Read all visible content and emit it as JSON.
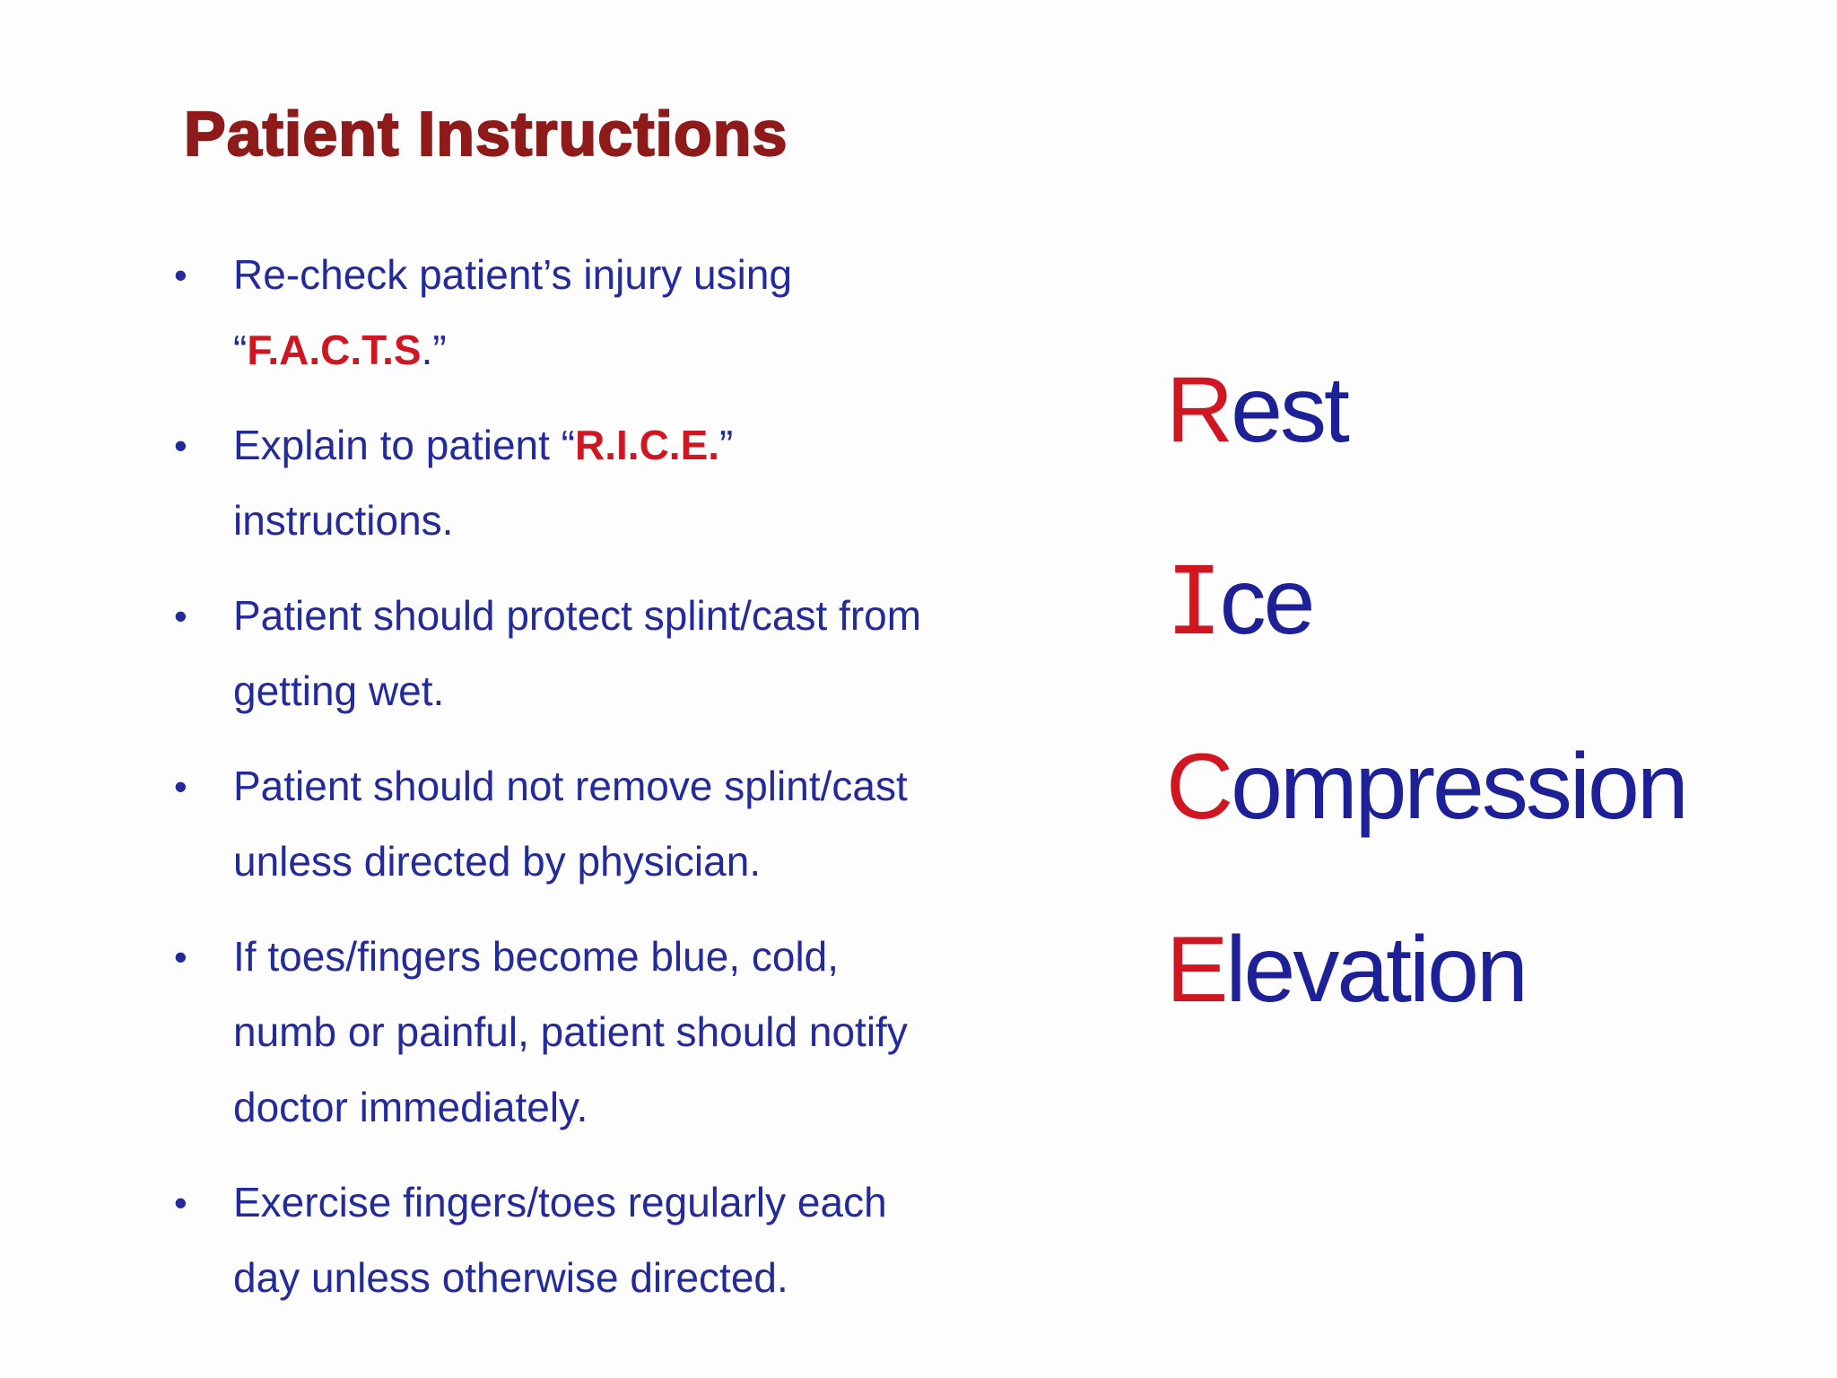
{
  "title": "Patient Instructions",
  "bullet_char": "•",
  "colors": {
    "background": "#fdfdfd",
    "title_red": "#8e1a19",
    "body_blue": "#232a9c",
    "accent_red": "#d01620",
    "rice_blue": "#1d2096"
  },
  "bullets": {
    "b1": {
      "line1": "Re-check patient’s injury using",
      "quote_open": "“",
      "acronym": "F.A.C.T.S",
      "after": ".”"
    },
    "b2": {
      "lead": "Explain to patient “",
      "acronym": "R.I.C.E.",
      "quote_close": "”",
      "line2": "instructions."
    },
    "b3": {
      "line1": "Patient should protect splint/cast from",
      "line2": "getting wet."
    },
    "b4": {
      "line1": "Patient should not remove splint/cast",
      "line2": "unless directed by physician."
    },
    "b5": {
      "line1": "If toes/fingers become blue, cold,",
      "line2": "numb or painful, patient should notify",
      "line3": "doctor immediately."
    },
    "b6": {
      "line1": "Exercise fingers/toes regularly each",
      "line2": "day unless otherwise directed."
    }
  },
  "rice": {
    "items": [
      {
        "first": "R",
        "rest": "est"
      },
      {
        "first": "I",
        "rest": "ce"
      },
      {
        "first": "C",
        "rest": "ompression"
      },
      {
        "first": "E",
        "rest": "levation"
      }
    ]
  }
}
